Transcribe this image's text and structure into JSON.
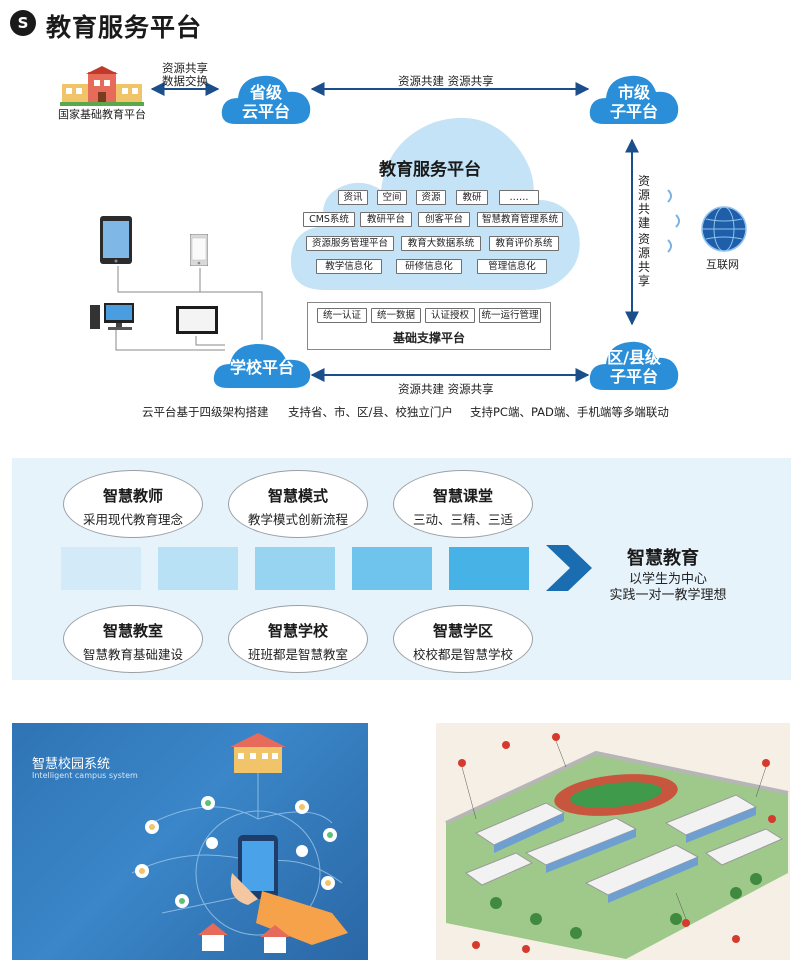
{
  "header": {
    "logo": "S",
    "title": "教育服务平台"
  },
  "national": {
    "label": "国家基础教育平台",
    "link_line1": "资源共享",
    "link_line2": "数据交换"
  },
  "clouds": {
    "province": {
      "line1": "省级",
      "line2": "云平台"
    },
    "city": {
      "line1": "市级",
      "line2": "子平台"
    },
    "district": {
      "line1": "区/县级",
      "line2": "子平台"
    },
    "school": {
      "line1": "学校平台"
    }
  },
  "connections": {
    "top": "资源共建  资源共享",
    "bottom": "资源共建  资源共享",
    "vertical_1": "资源共建",
    "vertical_2": "资源共享"
  },
  "internet": {
    "label": "互联网"
  },
  "service_platform": {
    "title": "教育服务平台",
    "row1": [
      "资讯",
      "空间",
      "资源",
      "教研",
      "……"
    ],
    "row2": [
      "CMS系统",
      "教研平台",
      "创客平台",
      "智慧教育管理系统"
    ],
    "row3": [
      "资源服务管理平台",
      "教育大数据系统",
      "教育评价系统"
    ],
    "row4": [
      "教学信息化",
      "研修信息化",
      "管理信息化"
    ]
  },
  "base_platform": {
    "title": "基础支撑平台",
    "items": [
      "统一认证",
      "统一数据",
      "认证授权",
      "统一运行管理"
    ]
  },
  "footer": {
    "text1": "云平台基于四级架构搭建",
    "text2": "支持省、市、区/县、校独立门户",
    "text3": "支持PC端、PAD端、手机端等多端联动"
  },
  "smart": {
    "ovals": [
      {
        "title": "智慧教师",
        "sub": "采用现代教育理念"
      },
      {
        "title": "智慧模式",
        "sub": "教学模式创新流程"
      },
      {
        "title": "智慧课堂",
        "sub": "三动、三精、三适"
      },
      {
        "title": "智慧教室",
        "sub": "智慧教育基础建设"
      },
      {
        "title": "智慧学校",
        "sub": "班班都是智慧教室"
      },
      {
        "title": "智慧学区",
        "sub": "校校都是智慧学校"
      }
    ],
    "bar_colors": [
      "#d3ebf9",
      "#b8e1f6",
      "#96d4f2",
      "#6fc4ed",
      "#47b2e6"
    ],
    "arrow_color": "#1a6db0",
    "title": "智慧教育",
    "sub1": "以学生为中心",
    "sub2": "实践一对一教学理想"
  },
  "campus_image": {
    "title": "智慧校园系统",
    "subtitle": "Intelligent campus system"
  },
  "colors": {
    "cloud_blue": "#2a8fd8",
    "service_cloud": "#c4e3f6",
    "panel_bg": "#e7f3fb"
  }
}
